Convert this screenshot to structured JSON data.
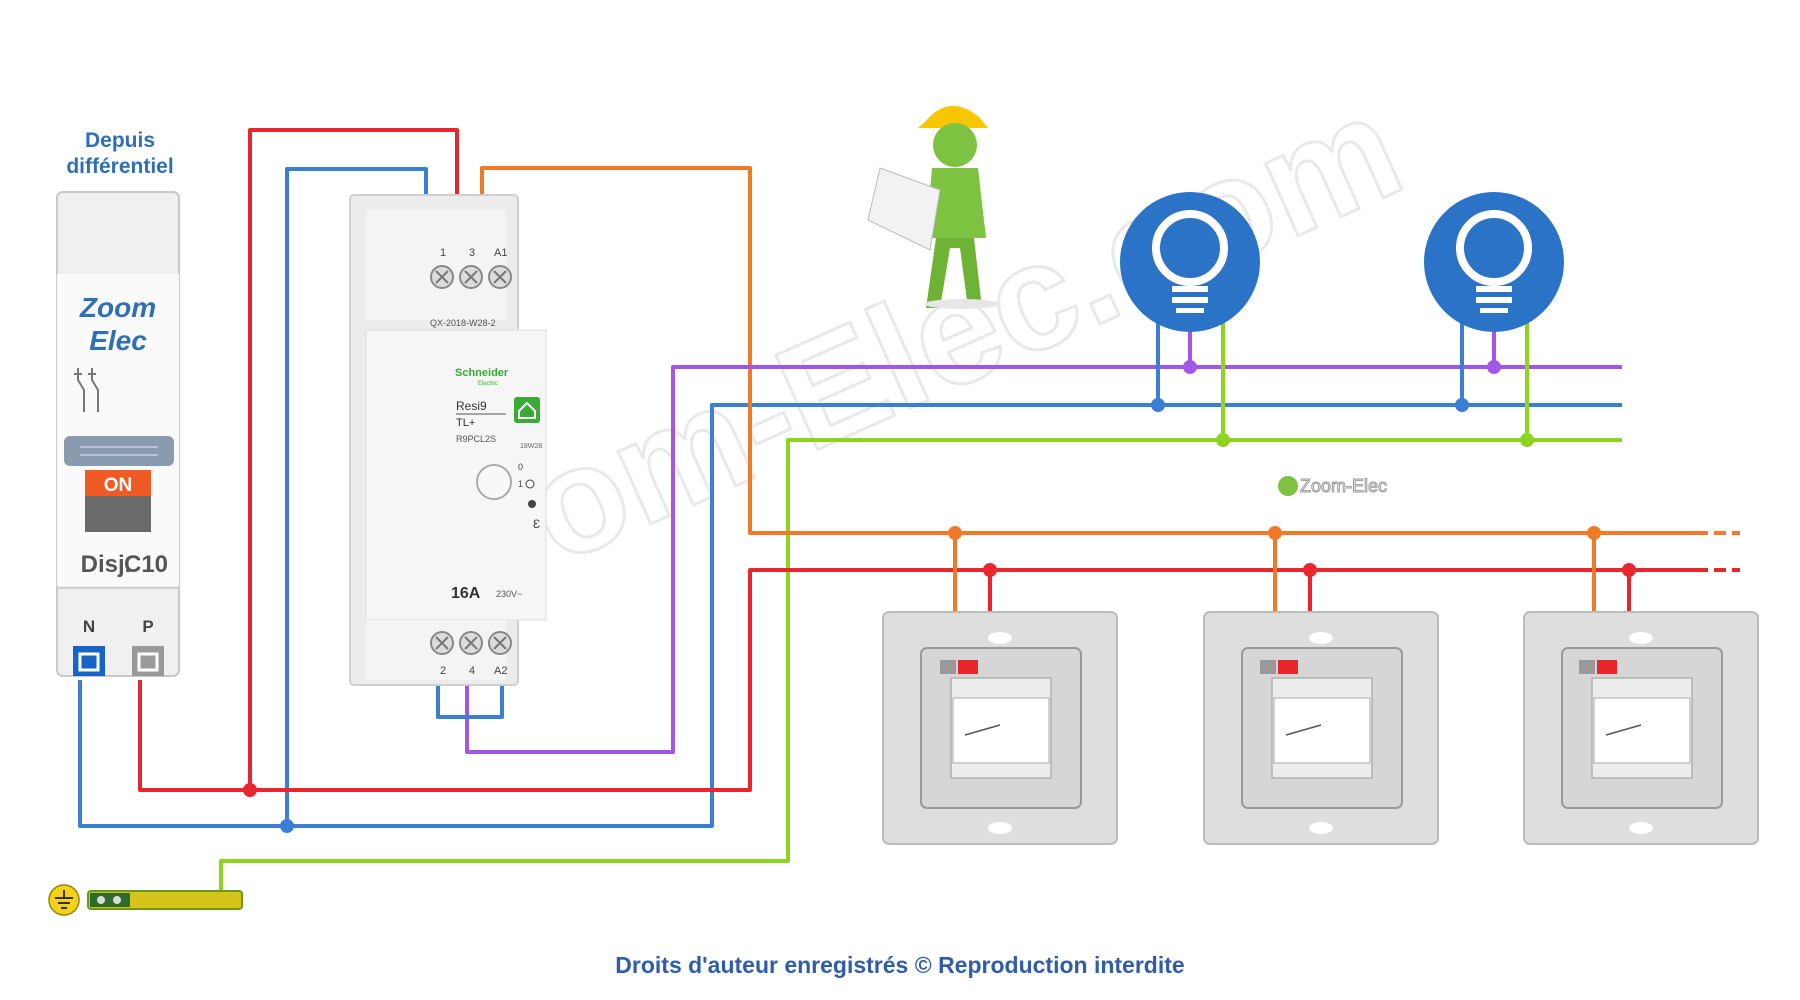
{
  "header": {
    "source_line1": "Depuis",
    "source_line2": "différentiel"
  },
  "breaker": {
    "brand_line1": "Zoom",
    "brand_line2": "Elec",
    "state": "ON",
    "model": "Disj.",
    "rating": "C10",
    "terminal_n": "N",
    "terminal_p": "P"
  },
  "relay": {
    "top_terminals": [
      "1",
      "3",
      "A1"
    ],
    "reference": "QX-2018-W28-2",
    "manufacturer": "Schneider",
    "manufacturer_sub": "Electric",
    "product_line": "Resi9",
    "product_type": "TL+",
    "product_code": "R9PCL2S",
    "batch": "18W28",
    "mode_off": "0",
    "mode_on": "1",
    "current": "16A",
    "voltage": "230V~",
    "bottom_terminals": [
      "2",
      "4",
      "A2"
    ],
    "mark": "Ɛ"
  },
  "watermark": {
    "text": "Zoom-Elec.com",
    "logo_text": "Zoom-Elec"
  },
  "footer": {
    "copyright": "Droits d'auteur enregistrés © Reproduction interdite"
  },
  "colors": {
    "phase": "#e8262d",
    "neutral": "#3b7fd4",
    "earth": "#8cd41e",
    "switched": "#f07a28",
    "lamp_return": "#a256e3",
    "brand_blue": "#2f6fb6",
    "lamp_badge": "#2a73c6",
    "on_button": "#f05a24",
    "worker_body": "#7dc241",
    "worker_helmet": "#f7c600"
  }
}
